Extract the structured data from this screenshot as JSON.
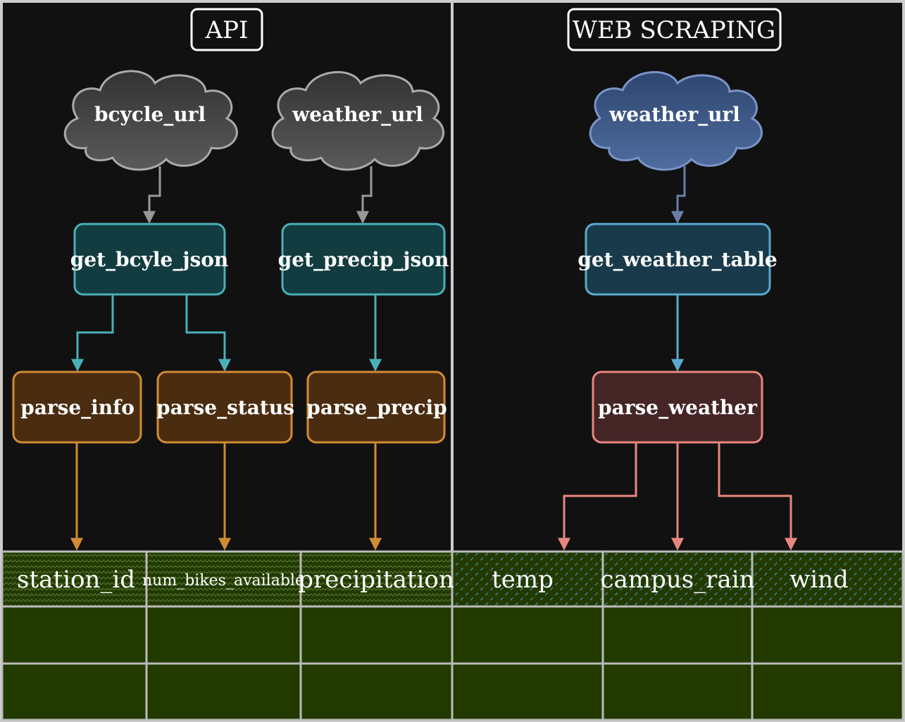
{
  "sections": {
    "api": {
      "label": "API"
    },
    "web_scraping": {
      "label": "WEB SCRAPING"
    }
  },
  "nodes": {
    "bcycle_url": "bcycle_url",
    "weather_url_api": "weather_url",
    "weather_url_web": "weather_url",
    "get_bcyle_json": "get_bcyle_json",
    "get_precip_json": "get_precip_json",
    "get_weather_table": "get_weather_table",
    "parse_info": "parse_info",
    "parse_status": "parse_status",
    "parse_precip": "parse_precip",
    "parse_weather": "parse_weather"
  },
  "table": {
    "columns": [
      "station_id",
      "num_bikes_available",
      "precipitation",
      "temp",
      "campus_rain",
      "wind"
    ]
  },
  "colors": {
    "background": "#111111",
    "border": "#cccccc",
    "url_gray_fill": "#555555",
    "url_gray_stroke": "#aaaaaa",
    "url_blue_fill": "#3f5a85",
    "url_blue_stroke": "#7a94c8",
    "get_fill": "#123c40",
    "get_stroke": "#4ab0b8",
    "get_web_fill": "#183a4a",
    "get_web_stroke": "#5aaad0",
    "parse_fill": "#4a2c10",
    "parse_stroke": "#d18b34",
    "parse_web_fill": "#452526",
    "parse_web_stroke": "#e8877f",
    "table_fill": "#223a00",
    "api_hatch": "#556b2f",
    "web_hatch": "#4a8ab5"
  }
}
